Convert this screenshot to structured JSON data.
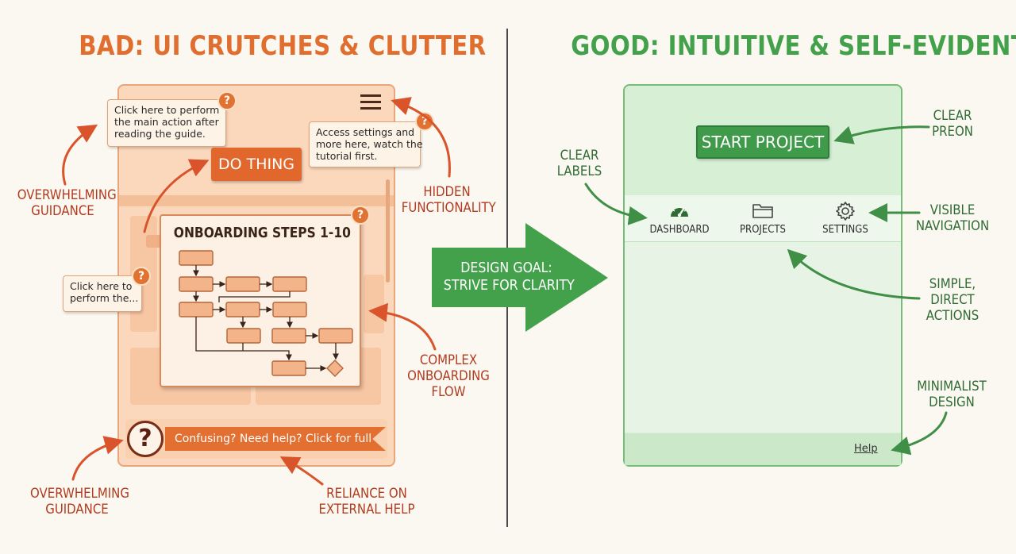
{
  "bad": {
    "title": "BAD: UI CRUTCHES & CLUTTER",
    "tooltip_main": "Click here to perform\nthe main action after\nreading the guide.",
    "tooltip_settings": "Access settings and\nmore here, watch the\ntutorial first.",
    "tooltip_small": "Click here to\nperform the...",
    "do_button": "DO THING",
    "onboarding_title": "ONBOARDING STEPS 1-10",
    "help_banner": "Confusing? Need help? Click for full manual.",
    "help_symbol": "?",
    "labels": {
      "overwhelming_top": "OVERWHELMING\nGUIDANCE",
      "hidden": "HIDDEN\nFUNCTIONALITY",
      "complex": "COMPLEX\nONBOARDING\nFLOW",
      "overwhelming_bottom": "OVERWHELMING\nGUIDANCE",
      "reliance": "RELIANCE ON\nEXTERNAL HELP"
    }
  },
  "center": {
    "goal": "DESIGN GOAL:\nSTRIVE FOR CLARITY"
  },
  "good": {
    "title": "GOOD: INTUITIVE & SELF-EVIDENT",
    "start_button": "START PROJECT",
    "nav": [
      "DASHBOARD",
      "PROJECTS",
      "SETTINGS"
    ],
    "help_link": "Help",
    "labels": {
      "clear_preon": "CLEAR\nPREON",
      "clear_labels": "CLEAR\nLABELS",
      "visible_nav": "VISIBLE\nNAVIGATION",
      "simple": "SIMPLE,\nDIRECT\nACTIONS",
      "minimalist": "MINIMALIST\nDESIGN"
    }
  },
  "colors": {
    "bad": "#e27231",
    "bad_label": "#b23b1f",
    "good": "#43a14c",
    "good_label": "#2f6b34"
  }
}
